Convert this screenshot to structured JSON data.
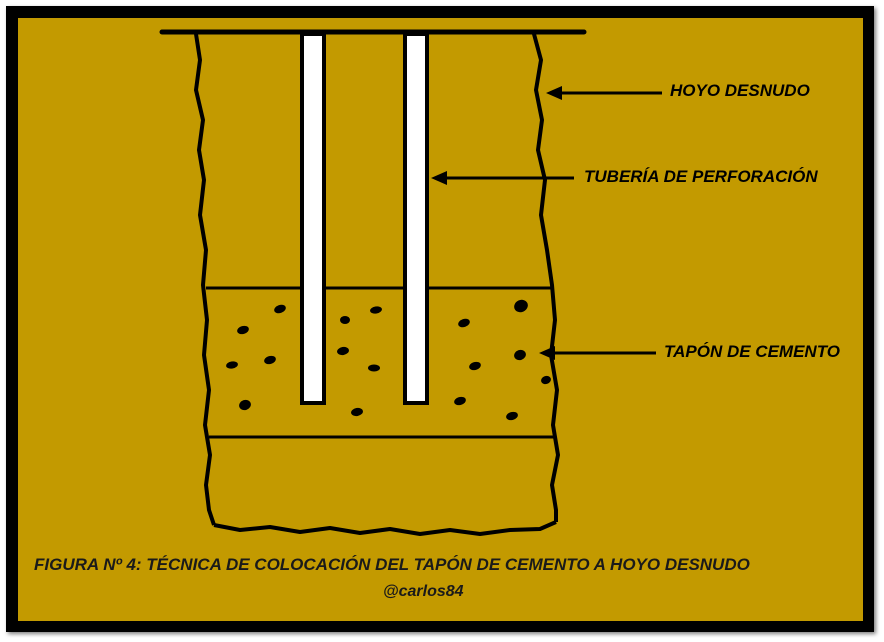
{
  "labels": {
    "open_hole": "HOYO DESNUDO",
    "drill_pipe": "TUBERÍA DE PERFORACIÓN",
    "cement_plug": "TAPÓN DE CEMENTO"
  },
  "caption": {
    "title": "FIGURA Nº 4: TÉCNICA DE COLOCACIÓN DEL TAPÓN DE CEMENTO A HOYO DESNUDO",
    "author": "@carlos84"
  },
  "colors": {
    "background": "#c39a00",
    "frame": "#000000",
    "pipe_fill": "#ffffff",
    "line": "#000000"
  }
}
